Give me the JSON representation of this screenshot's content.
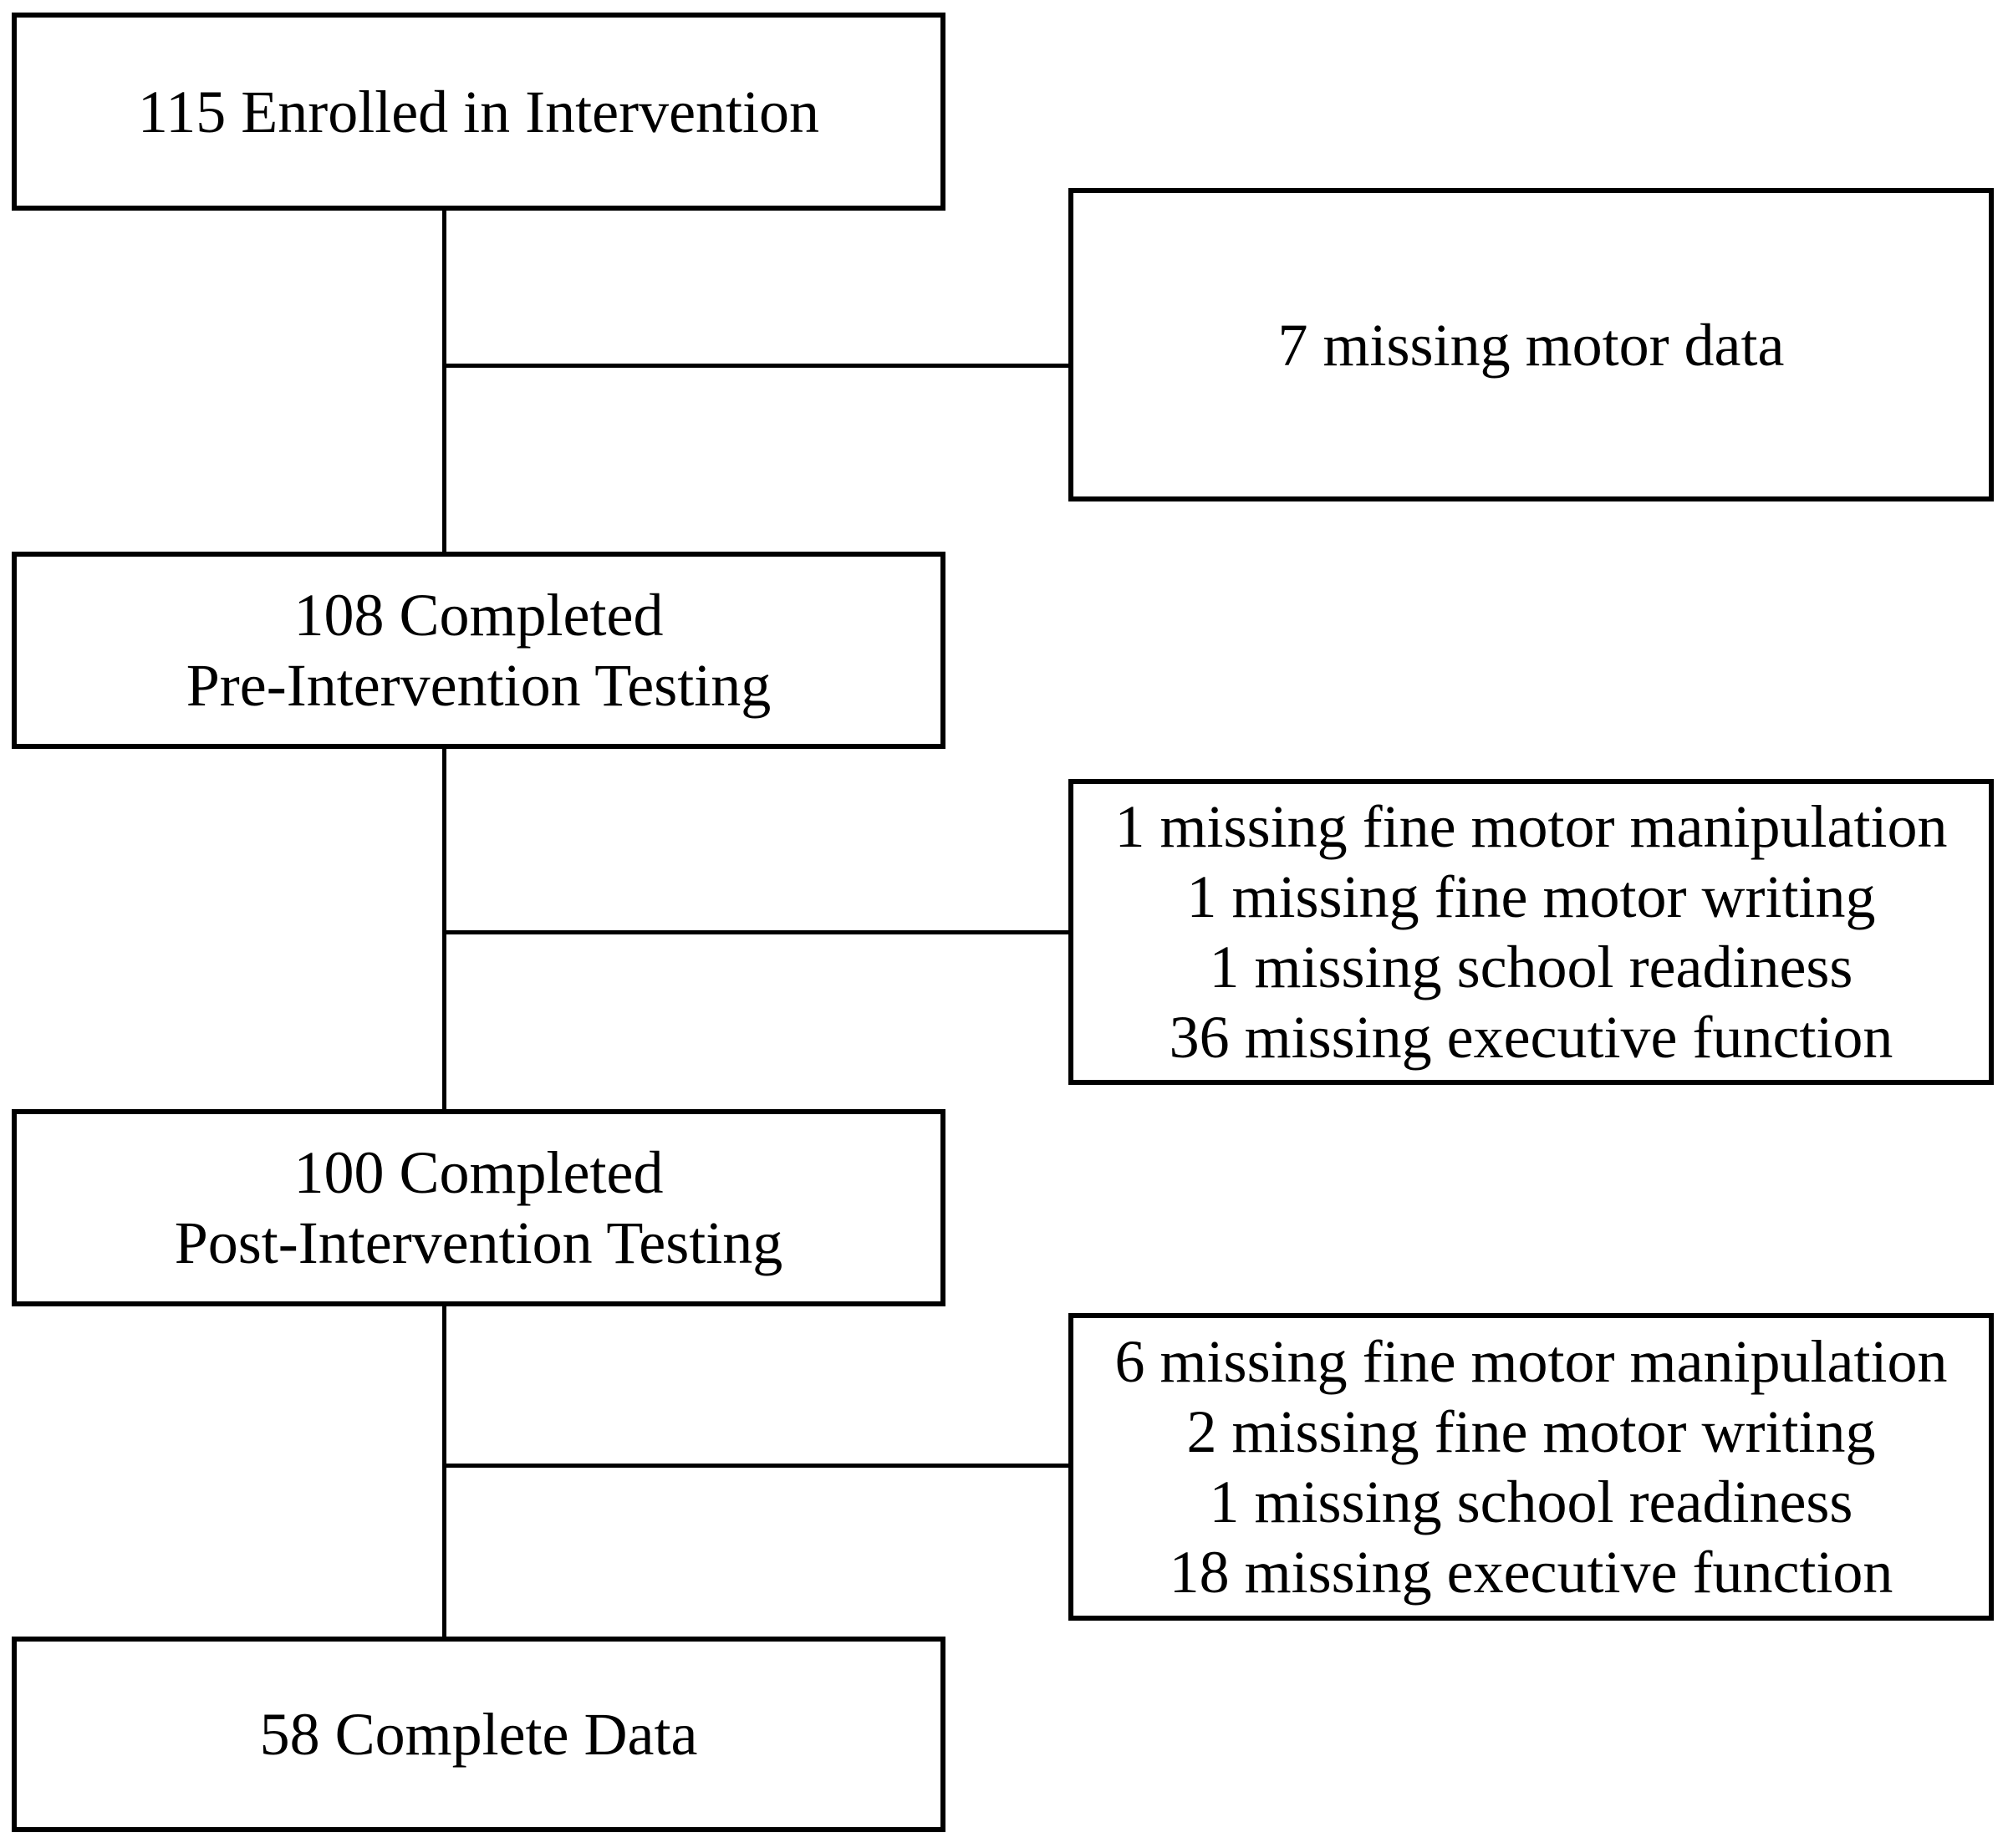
{
  "colors": {
    "line": "#000000",
    "text": "#000000",
    "background": "#ffffff"
  },
  "boxes": {
    "enrolled": {
      "lines": [
        "115 Enrolled in Intervention"
      ]
    },
    "missing_motor": {
      "lines": [
        "7 missing motor data"
      ]
    },
    "pre": {
      "lines": [
        "108 Completed",
        "Pre-Intervention Testing"
      ]
    },
    "missing_pre": {
      "lines": [
        "1 missing fine motor manipulation",
        "1 missing fine motor writing",
        "1 missing school readiness",
        "36 missing executive function"
      ]
    },
    "post": {
      "lines": [
        "100 Completed",
        "Post-Intervention Testing"
      ]
    },
    "missing_post": {
      "lines": [
        "6 missing fine motor manipulation",
        "2 missing fine motor writing",
        "1 missing school readiness",
        "18 missing executive function"
      ]
    },
    "complete": {
      "lines": [
        "58 Complete Data"
      ]
    }
  }
}
